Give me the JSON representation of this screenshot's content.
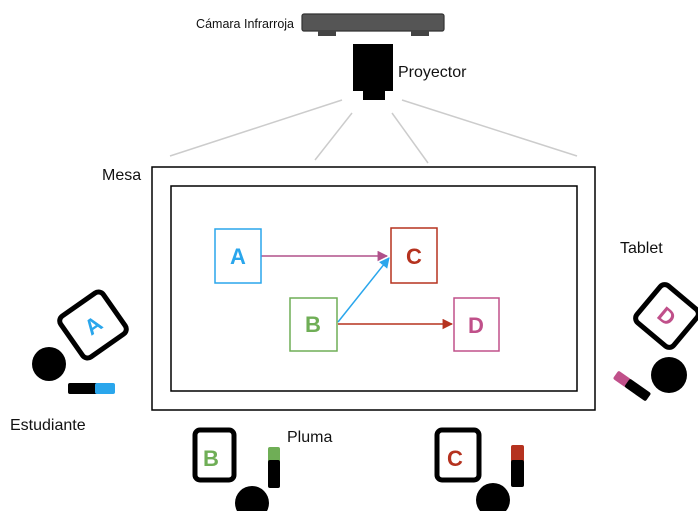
{
  "labels": {
    "camera": "Cámara Infrarroja",
    "projector": "Proyector",
    "table": "Mesa",
    "tablet": "Tablet",
    "student": "Estudiante",
    "pen": "Pluma"
  },
  "nodes": {
    "a": {
      "letter": "A",
      "color": "#2aa6ec"
    },
    "b": {
      "letter": "B",
      "color": "#6fae56"
    },
    "c": {
      "letter": "C",
      "color": "#b5321f"
    },
    "d": {
      "letter": "D",
      "color": "#c0508a"
    }
  },
  "tablets": {
    "left": {
      "letter": "A",
      "color": "#2aa6ec"
    },
    "right": {
      "letter": "D",
      "color": "#c0508a"
    },
    "bottom_left": {
      "letter": "B",
      "color": "#6fae56"
    },
    "bottom_right": {
      "letter": "C",
      "color": "#b5321f"
    }
  },
  "edges": [
    {
      "from": "A",
      "to": "C",
      "color": "#b0508a"
    },
    {
      "from": "B",
      "to": "C",
      "color": "#2aa6ec"
    },
    {
      "from": "B",
      "to": "D",
      "color": "#b5321f"
    }
  ],
  "colors": {
    "device": "#000000",
    "camera_body": "#555555",
    "camera_feet": "#444444",
    "beam": "#cccccc"
  }
}
